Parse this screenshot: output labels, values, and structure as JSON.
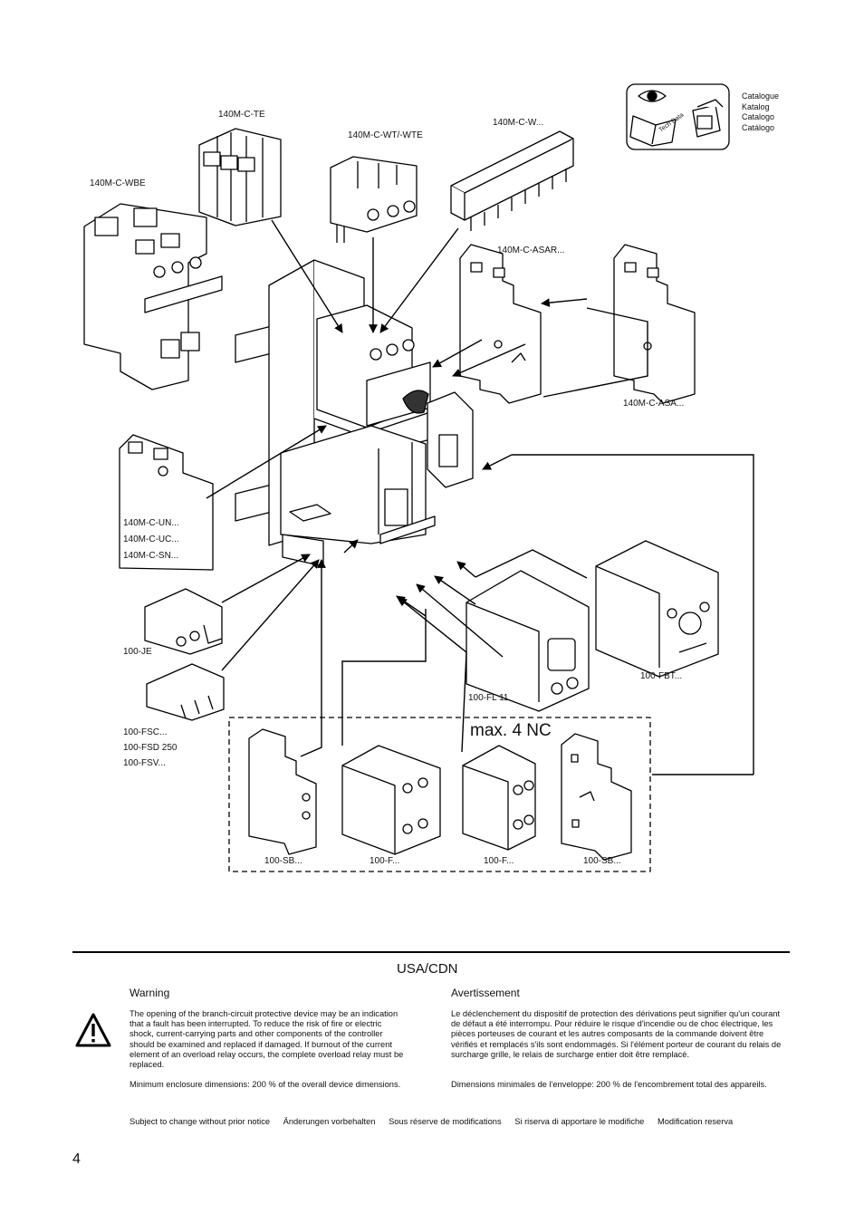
{
  "labels": {
    "wbe": "140M-C-WBE",
    "te": "140M-C-TE",
    "wt": "140M-C-WT/-WTE",
    "w": "140M-C-W...",
    "asar": "140M-C-ASAR...",
    "asa": "140M-C-ASA...",
    "un": "140M-C-UN...",
    "uc": "140M-C-UC...",
    "sn": "140M-C-SN...",
    "je": "100-JE",
    "fsc": "100-FSC...",
    "fsd": "100-FSD 250",
    "fsv": "100-FSV...",
    "fl11": "100-FL 11",
    "fbt": "100-FBT...",
    "sb1": "100-SB...",
    "f1": "100-F...",
    "f2": "100-F...",
    "sb2": "100-SB..."
  },
  "max_nc": "max. 4 NC",
  "catalogue": {
    "lines": [
      "Catalogue",
      "Katalog",
      "Catalogo",
      "Catálogo"
    ],
    "book_text": "Tech Data"
  },
  "region": "USA/CDN",
  "warning": {
    "heading": "Warning",
    "body": "The opening of the branch-circuit protective device may be an indication that a fault has been interrupted. To reduce the risk of fire or electric shock, current-carrying parts and other components of the controller should be examined and replaced if damaged. If burnout of the current element of an overload relay occurs, the complete overload relay must be replaced.",
    "enclosure": "Minimum enclosure dimensions: 200 % of the overall device dimensions."
  },
  "avertissement": {
    "heading": "Avertissement",
    "body": "Le déclenchement du dispositif de protection des dérivations peut signifier qu'un courant de défaut a été interrompu. Pour réduire le risque d'incendie ou de choc électrique, les pièces porteuses de courant et les autres composants de la commande doivent être vérifiés et remplacés s'ils sont endommagés. Si l'élément porteur de courant du relais de surcharge grille, le relais de surcharge entier doit être remplacé.",
    "enclosure": "Dimensions minimales de l'enveloppe: 200 % de l'encombrement total des appareils."
  },
  "footer": [
    "Subject to change without prior notice",
    "Änderungen vorbehalten",
    "Sous réserve de modifications",
    "Si riserva di apportare le modifiche",
    "Modification reserva"
  ],
  "page_number": "4"
}
